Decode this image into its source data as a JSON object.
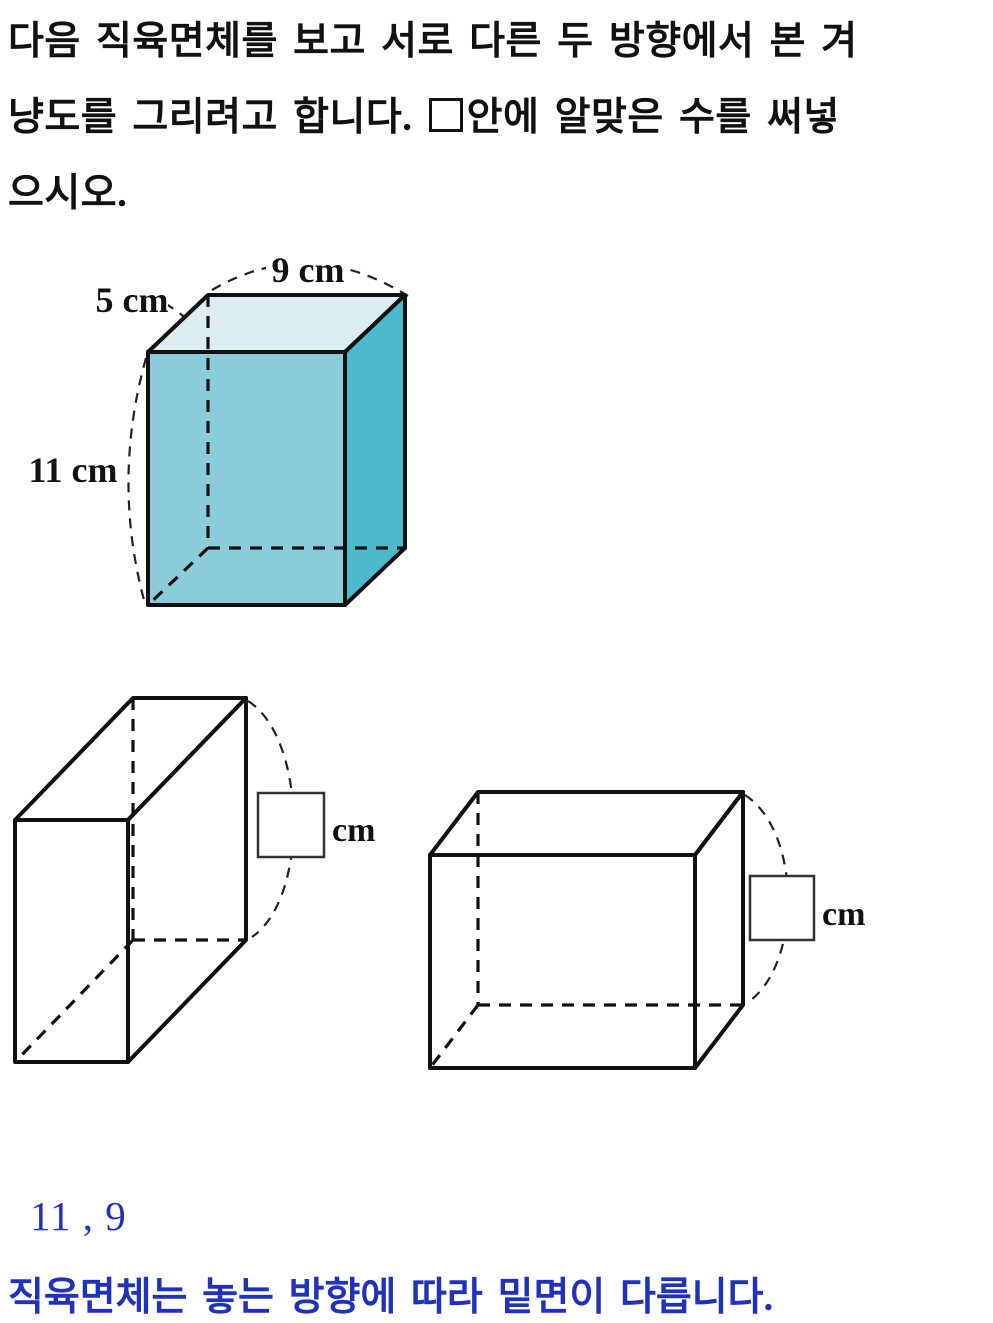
{
  "page": {
    "background": "#ffffff",
    "text_color": "#111111",
    "accent_blue": "#2031bc"
  },
  "problem": {
    "line1": "다음 직육면체를 보고 서로 다른 두 방향에서 본 겨",
    "line2_pre": "냥도를 그리려고 합니다.",
    "line2_post": "안에 알맞은 수를 써넣",
    "line3": "으시오."
  },
  "main_figure": {
    "label_width": "9 cm",
    "label_depth": "5 cm",
    "label_height": "11 cm",
    "top_color": "#dceef2",
    "front_color": "#8bccdb",
    "side_color": "#4db9cd",
    "outline_color": "#111111"
  },
  "sketch_left": {
    "answer_value": "",
    "unit": "cm"
  },
  "sketch_right": {
    "answer_value": "",
    "unit": "cm"
  },
  "solution": {
    "answer": "11 , 9",
    "explanation": "직육면체는 놓는 방향에 따라 밑면이 다릅니다."
  }
}
